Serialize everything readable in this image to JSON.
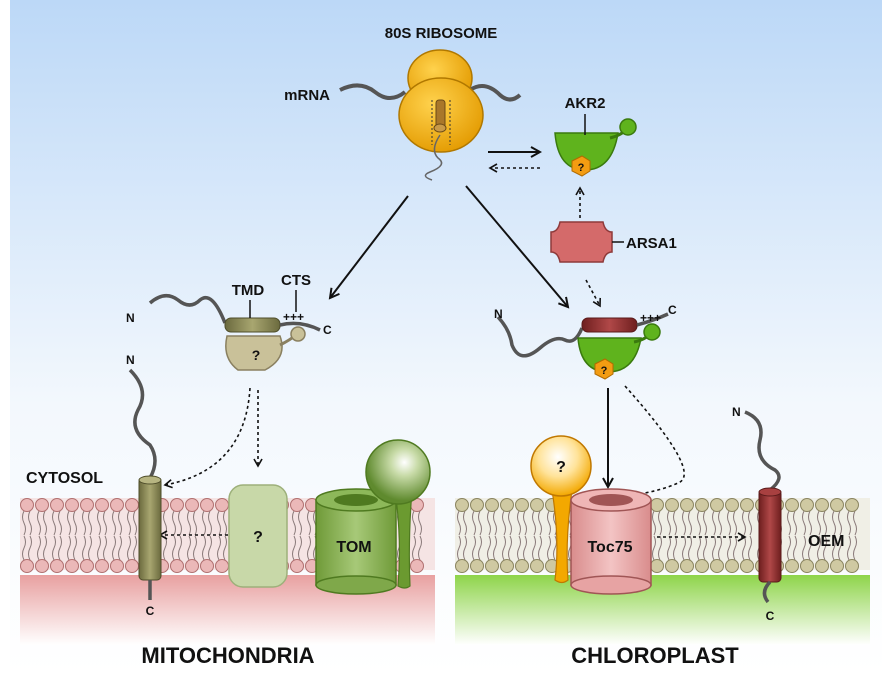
{
  "labels": {
    "ribosome_title": "80S RIBOSOME",
    "mrna": "mRNA",
    "akr2": "AKR2",
    "arsa1": "ARSA1",
    "tmd": "TMD",
    "cts": "CTS",
    "plus_charges": "+++",
    "n_terminus": "N",
    "c_terminus": "C",
    "cytosol": "CYTOSOL",
    "unknown": "?",
    "tom": "TOM",
    "toc75": "Toc75",
    "oem": "OEM",
    "mitochondria": "MITOCHONDRIA",
    "chloroplast": "CHLOROPLAST"
  },
  "colors": {
    "sky_top": "#bcd8f7",
    "ribosome": "#f5b500",
    "akr2_green": "#5fb31d",
    "arsa1_red": "#d46a6a",
    "tmd_olive": "#8b8a55",
    "receptor_tan": "#c9c199",
    "mito_matrix": "#e08a8a",
    "lipid_mito": "#ebb8b8",
    "chloro_stroma": "#8ed44a",
    "lipid_chloro": "#cfc9a2",
    "tom_green": "#7fa84a",
    "toc75_pink": "#e7a3a3",
    "oem_red": "#8e2b2b",
    "question_orange": "#f39c12"
  }
}
